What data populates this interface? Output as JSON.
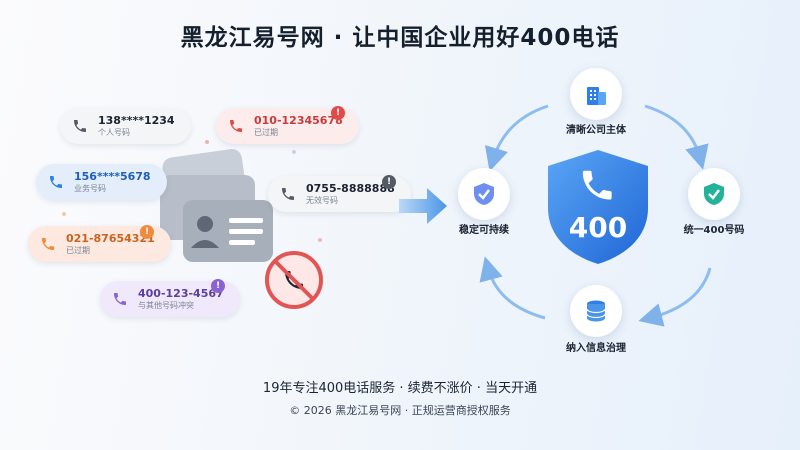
{
  "header": {
    "title": "黑龙江易号网 · 让中国企业用好400电话"
  },
  "numbers": [
    {
      "number": "138****1234",
      "note": "个人号码",
      "style": "gray"
    },
    {
      "number": "010-12345678",
      "note": "已过期",
      "style": "red",
      "alert": "!"
    },
    {
      "number": "156****5678",
      "note": "业务号码",
      "style": "blue"
    },
    {
      "number": "0755-8888888",
      "note": "无效号码",
      "style": "gray",
      "alert": "!"
    },
    {
      "number": "021-87654321",
      "note": "已过期",
      "style": "orange",
      "alert": "!"
    },
    {
      "number": "400-123-4567",
      "note": "与其他号码冲突",
      "style": "purple",
      "alert": "!"
    }
  ],
  "cycle": {
    "center_label": "400",
    "top": "清晰公司主体",
    "right": "统一400号码",
    "bottom": "纳入信息治理",
    "left": "稳定可持续"
  },
  "footer": {
    "line1": "19年专注400电话服务 · 续费不涨价 · 当天开通",
    "line2": "© 2026 黑龙江易号网 · 正规运营商授权服务"
  },
  "colors": {
    "brand_blue": "#2f7fe6",
    "alert_red": "#e24a4a",
    "alert_orange": "#f08a3c",
    "alert_purple": "#8a63d2",
    "alert_gray": "#555b66",
    "success_green": "#22b39a"
  }
}
